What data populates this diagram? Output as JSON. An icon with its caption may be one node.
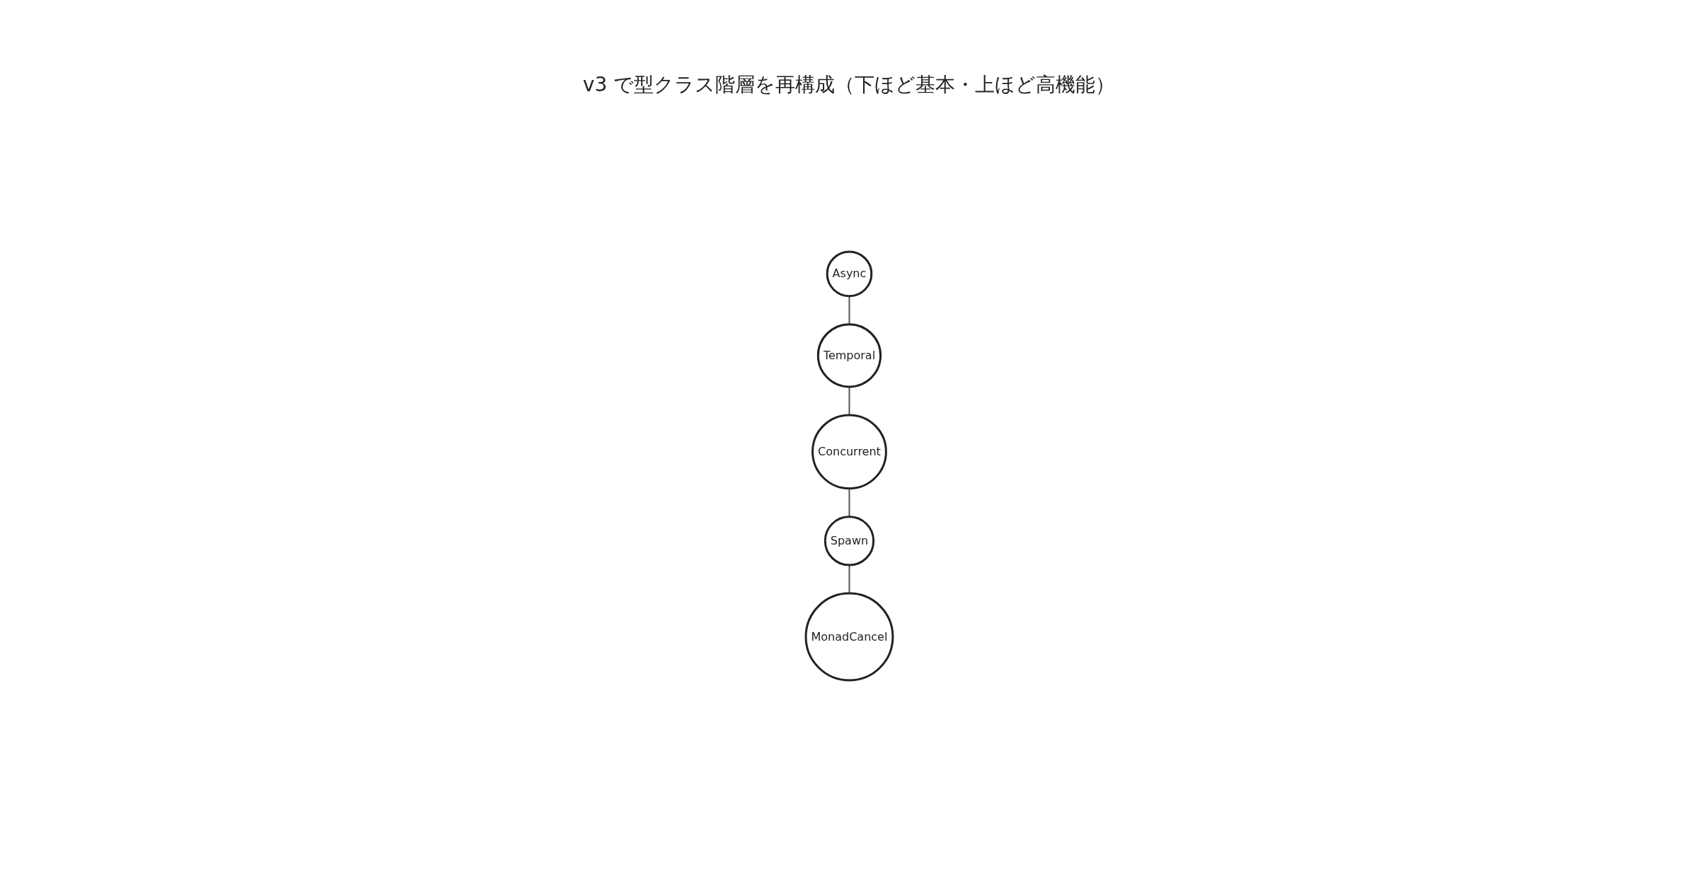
{
  "diagram": {
    "title": "v3 で型クラス階層を再構成（下ほど基本・上ほど高機能）",
    "nodes": [
      {
        "text": [
          "Async"
        ]
      },
      {
        "text": [
          "Temporal"
        ]
      },
      {
        "text": [
          "Concurrent"
        ]
      },
      {
        "text": [
          "Spawn"
        ]
      },
      {
        "text": [
          "MonadCancel"
        ]
      }
    ],
    "edges": [
      {
        "from": 0,
        "to": 1,
        "arrow": "none"
      },
      {
        "from": 1,
        "to": 2,
        "arrow": "none"
      },
      {
        "from": 2,
        "to": 3,
        "arrow": "none"
      },
      {
        "from": 3,
        "to": 4,
        "arrow": "none"
      }
    ]
  }
}
